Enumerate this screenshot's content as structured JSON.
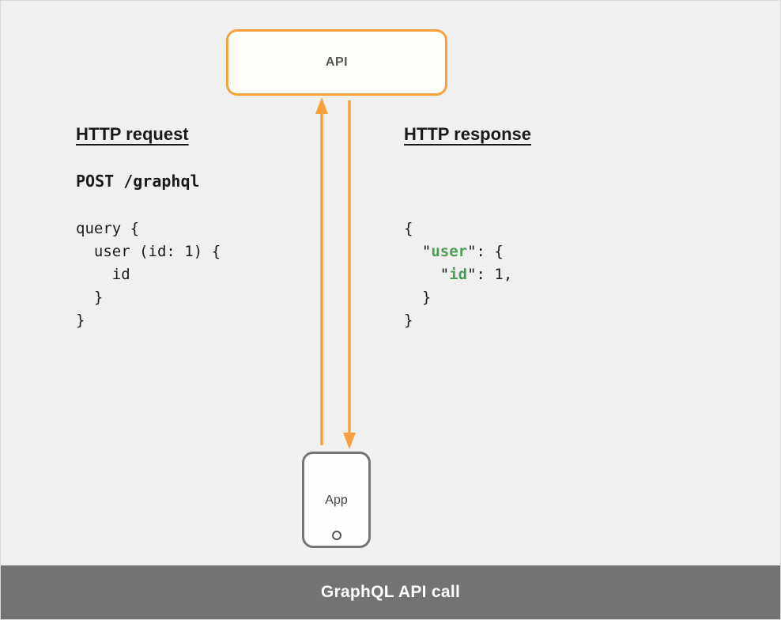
{
  "title": "GraphQL API call",
  "api_box": {
    "label": "API"
  },
  "app_box": {
    "label": "App"
  },
  "request": {
    "heading": "HTTP request",
    "method_line": "POST /graphql",
    "code_lines": [
      "query {",
      "  user (id: 1) {",
      "    id",
      "  }",
      "}"
    ]
  },
  "response": {
    "heading": "HTTP response",
    "code_lines": [
      [
        {
          "text": "{"
        }
      ],
      [
        {
          "text": "  \""
        },
        {
          "text": "user",
          "highlight": true
        },
        {
          "text": "\": {"
        }
      ],
      [
        {
          "text": "    \""
        },
        {
          "text": "id",
          "highlight": true
        },
        {
          "text": "\": 1,"
        }
      ],
      [
        {
          "text": "  }"
        }
      ],
      [
        {
          "text": "}"
        }
      ]
    ]
  },
  "colors": {
    "orange": "#F6A13B",
    "green": "#4E9D55",
    "footer_bg": "#737373",
    "background": "#F0F0F1"
  }
}
